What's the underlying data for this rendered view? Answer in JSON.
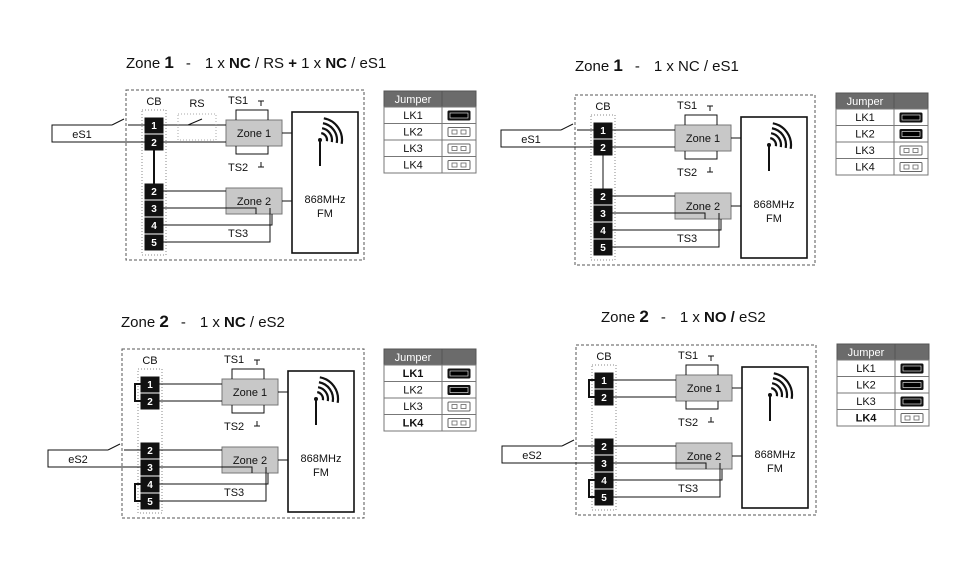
{
  "diagrams": [
    {
      "title": {
        "zone_word": "Zone",
        "zone_num": "1",
        "sep": "-",
        "parts": [
          {
            "t": "1 x ",
            "b": false
          },
          {
            "t": "NC",
            "b": true
          },
          {
            "t": " / RS ",
            "b": false
          },
          {
            "t": "+ ",
            "b": true
          },
          {
            "t": "1 x ",
            "b": false
          },
          {
            "t": "NC",
            "b": true
          },
          {
            "t": " / eS1",
            "b": false
          }
        ]
      },
      "cb_label": "CB",
      "rs_label": "RS",
      "terminals_top": [
        "1",
        "2"
      ],
      "terminals_bottom": [
        "2",
        "3",
        "4",
        "5"
      ],
      "ts1": "TS1",
      "ts2": "TS2",
      "ts3": "TS3",
      "zone1": "Zone 1",
      "zone2": "Zone 2",
      "radio_line1": "868MHz",
      "radio_line2": "FM",
      "sensor": "eS1",
      "jumper_header": "Jumper",
      "jumpers": [
        {
          "label": "LK1",
          "fitted": true,
          "bold": false
        },
        {
          "label": "LK2",
          "fitted": false,
          "bold": false
        },
        {
          "label": "LK3",
          "fitted": false,
          "bold": false
        },
        {
          "label": "LK4",
          "fitted": false,
          "bold": false
        }
      ]
    },
    {
      "title": {
        "zone_word": "Zone",
        "zone_num": "1",
        "sep": "-",
        "parts": [
          {
            "t": "1 x NC / eS1",
            "b": false
          }
        ]
      },
      "cb_label": "CB",
      "terminals_top": [
        "1",
        "2"
      ],
      "terminals_bottom": [
        "2",
        "3",
        "4",
        "5"
      ],
      "ts1": "TS1",
      "ts2": "TS2",
      "ts3": "TS3",
      "zone1": "Zone 1",
      "zone2": "Zone 2",
      "radio_line1": "868MHz",
      "radio_line2": "FM",
      "sensor": "eS1",
      "jumper_header": "Jumper",
      "jumpers": [
        {
          "label": "LK1",
          "fitted": true,
          "bold": false
        },
        {
          "label": "LK2",
          "fitted": true,
          "bold": false
        },
        {
          "label": "LK3",
          "fitted": false,
          "bold": false
        },
        {
          "label": "LK4",
          "fitted": false,
          "bold": false
        }
      ]
    },
    {
      "title": {
        "zone_word": "Zone",
        "zone_num": "2",
        "sep": "-",
        "parts": [
          {
            "t": "1  x  ",
            "b": false
          },
          {
            "t": "NC",
            "b": true
          },
          {
            "t": " / eS2",
            "b": false
          }
        ]
      },
      "cb_label": "CB",
      "terminals_top": [
        "1",
        "2"
      ],
      "terminals_bottom": [
        "2",
        "3",
        "4",
        "5"
      ],
      "ts1": "TS1",
      "ts2": "TS2",
      "ts3": "TS3",
      "zone1": "Zone 1",
      "zone2": "Zone 2",
      "radio_line1": "868MHz",
      "radio_line2": "FM",
      "sensor": "eS2",
      "jumper_header": "Jumper",
      "jumpers": [
        {
          "label": "LK1",
          "fitted": true,
          "bold": true
        },
        {
          "label": "LK2",
          "fitted": true,
          "bold": false
        },
        {
          "label": "LK3",
          "fitted": false,
          "bold": false
        },
        {
          "label": "LK4",
          "fitted": false,
          "bold": true
        }
      ]
    },
    {
      "title": {
        "zone_word": "Zone",
        "zone_num": "2",
        "sep": "-",
        "parts": [
          {
            "t": "1 x  ",
            "b": false
          },
          {
            "t": "NO / ",
            "b": true
          },
          {
            "t": "eS2",
            "b": false
          }
        ]
      },
      "cb_label": "CB",
      "terminals_top": [
        "1",
        "2"
      ],
      "terminals_bottom": [
        "2",
        "3",
        "4",
        "5"
      ],
      "ts1": "TS1",
      "ts2": "TS2",
      "ts3": "TS3",
      "zone1": "Zone 1",
      "zone2": "Zone 2",
      "radio_line1": "868MHz",
      "radio_line2": "FM",
      "sensor": "eS2",
      "jumper_header": "Jumper",
      "jumpers": [
        {
          "label": "LK1",
          "fitted": true,
          "bold": false
        },
        {
          "label": "LK2",
          "fitted": true,
          "bold": false
        },
        {
          "label": "LK3",
          "fitted": true,
          "bold": false
        },
        {
          "label": "LK4",
          "fitted": false,
          "bold": true
        }
      ]
    }
  ]
}
